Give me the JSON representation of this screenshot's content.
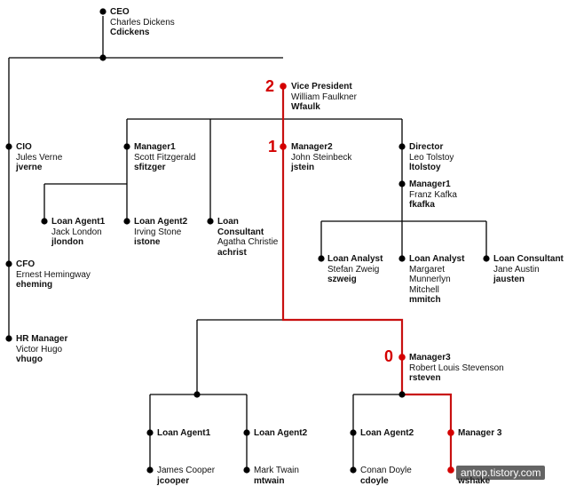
{
  "nodes": [
    {
      "id": "ceo",
      "title": "CEO",
      "name": "Charles Dickens",
      "user": "Cdickens"
    },
    {
      "id": "cio",
      "title": "CIO",
      "name": "Jules Verne",
      "user": "jverne"
    },
    {
      "id": "cfo",
      "title": "CFO",
      "name": "Ernest Hemingway",
      "user": "eheming"
    },
    {
      "id": "hr",
      "title": "HR Manager",
      "name": "Victor Hugo",
      "user": "vhugo"
    },
    {
      "id": "vp",
      "title": "Vice President",
      "name": "William Faulkner",
      "user": "Wfaulk"
    },
    {
      "id": "mgr1a",
      "title": "Manager1",
      "name": "Scott Fitzgerald",
      "user": "sfitzger"
    },
    {
      "id": "la1a",
      "title": "Loan Agent1",
      "name": "Jack London",
      "user": "jlondon"
    },
    {
      "id": "la2a",
      "title": "Loan Agent2",
      "name": "Irving Stone",
      "user": "istone"
    },
    {
      "id": "lc1",
      "title": "Loan\nConsultant",
      "name": "Agatha Christie",
      "user": "achrist"
    },
    {
      "id": "mgr2",
      "title": "Manager2",
      "name": "John Steinbeck",
      "user": "jstein"
    },
    {
      "id": "dir",
      "title": "Director",
      "name": "Leo Tolstoy",
      "user": "ltolstoy"
    },
    {
      "id": "mgr1b",
      "title": "Manager1",
      "name": "Franz Kafka",
      "user": "fkafka"
    },
    {
      "id": "lan1",
      "title": "Loan Analyst",
      "name": "Stefan Zweig",
      "user": "szweig"
    },
    {
      "id": "lan2",
      "title": "Loan Analyst",
      "name": "Margaret\nMunnerlyn\nMitchell",
      "user": "mmitch"
    },
    {
      "id": "lc2",
      "title": "Loan Consultant",
      "name": "Jane Austin",
      "user": "jausten"
    },
    {
      "id": "mgr3",
      "title": "Manager3",
      "name": "Robert Louis Stevenson",
      "user": "rsteven"
    },
    {
      "id": "la1b",
      "title": "Loan Agent1",
      "name": "",
      "user": ""
    },
    {
      "id": "la2b",
      "title": "Loan Agent2",
      "name": "",
      "user": ""
    },
    {
      "id": "jc",
      "title": "",
      "name": "James Cooper",
      "user": "jcooper"
    },
    {
      "id": "mt",
      "title": "",
      "name": "Mark Twain",
      "user": "mtwain"
    },
    {
      "id": "la2c",
      "title": "Loan Agent2",
      "name": "",
      "user": ""
    },
    {
      "id": "m3b",
      "title": "Manager 3",
      "name": "",
      "user": ""
    },
    {
      "id": "cd",
      "title": "",
      "name": "Conan Doyle",
      "user": "cdoyle"
    },
    {
      "id": "ws",
      "title": "",
      "name": "",
      "user": "wshake"
    }
  ],
  "markers": [
    "2",
    "1",
    "0"
  ],
  "watermark": "antop.tistory.com",
  "colors": {
    "line": "#000000",
    "path": "#c81010",
    "marker": "#d40000"
  }
}
